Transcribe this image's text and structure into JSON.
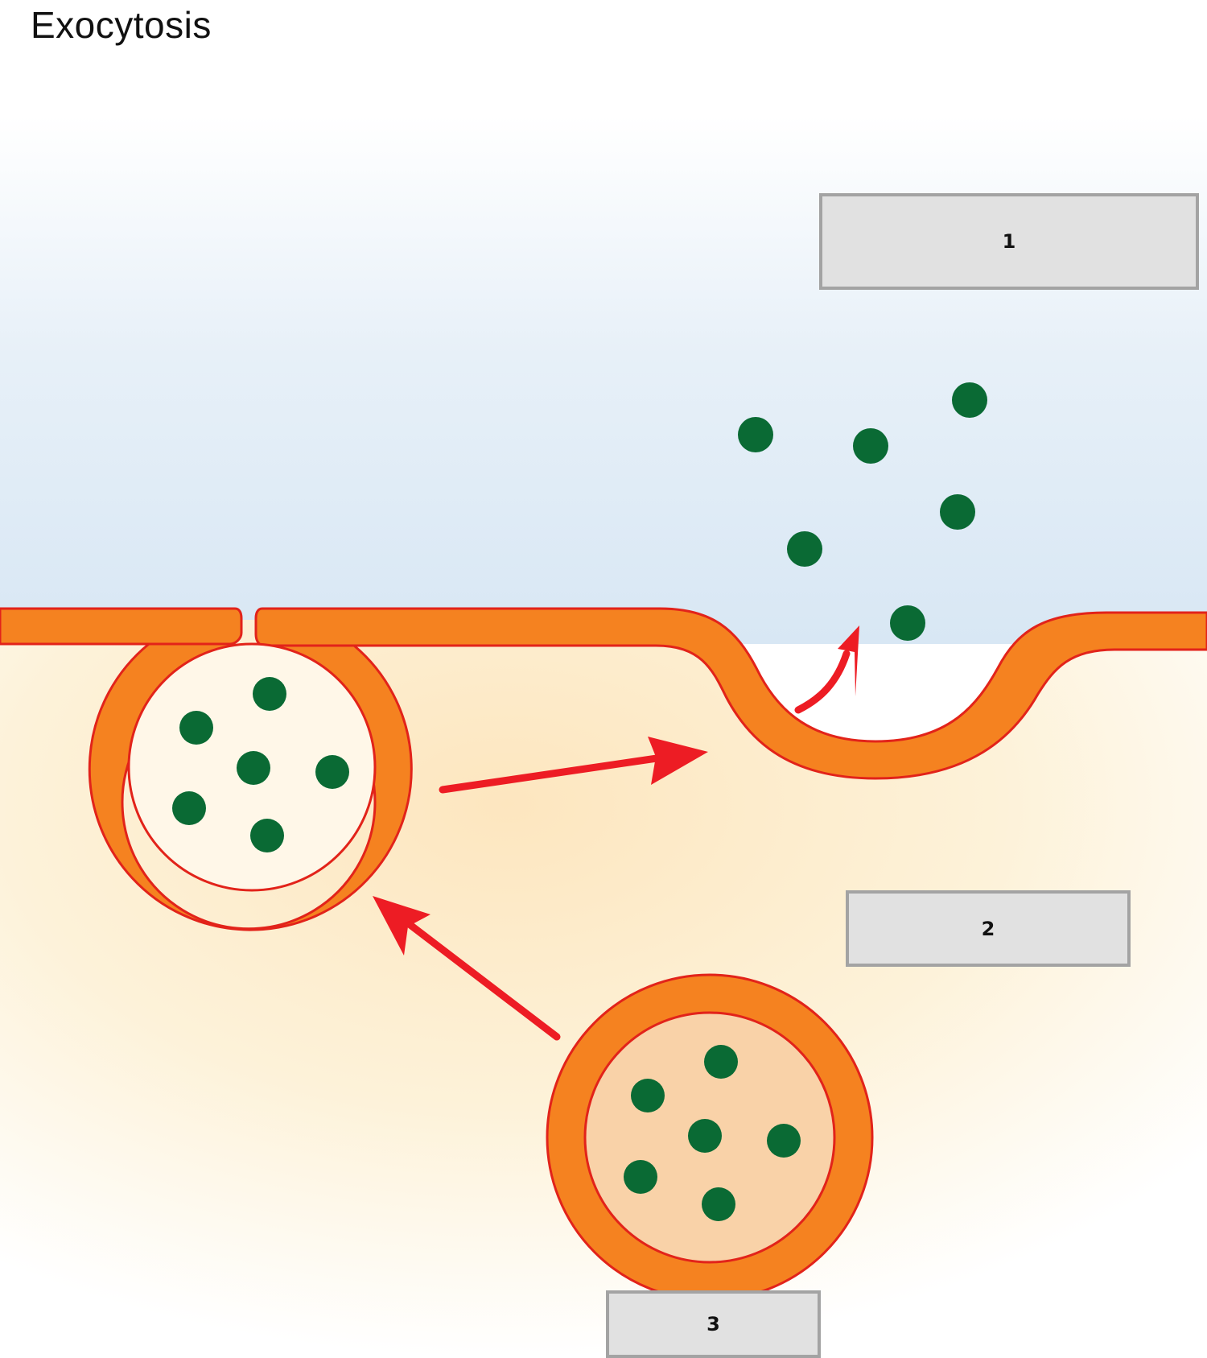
{
  "title": "Exocytosis",
  "labels": {
    "box_1": "1",
    "box_2": "2",
    "box_3": "3"
  },
  "colors": {
    "membrane_fill": "#f58220",
    "membrane_outline": "#e2231a",
    "vesicle_interior": "#f9d2a8",
    "cargo_molecule": "#0a6a34",
    "arrow": "#ed1c24",
    "extracellular_tint": "#d9e8f5",
    "cytoplasm_tint": "#fdeac4",
    "label_box_fill": "#e1e1e1",
    "label_box_border": "#a3a3a3"
  }
}
